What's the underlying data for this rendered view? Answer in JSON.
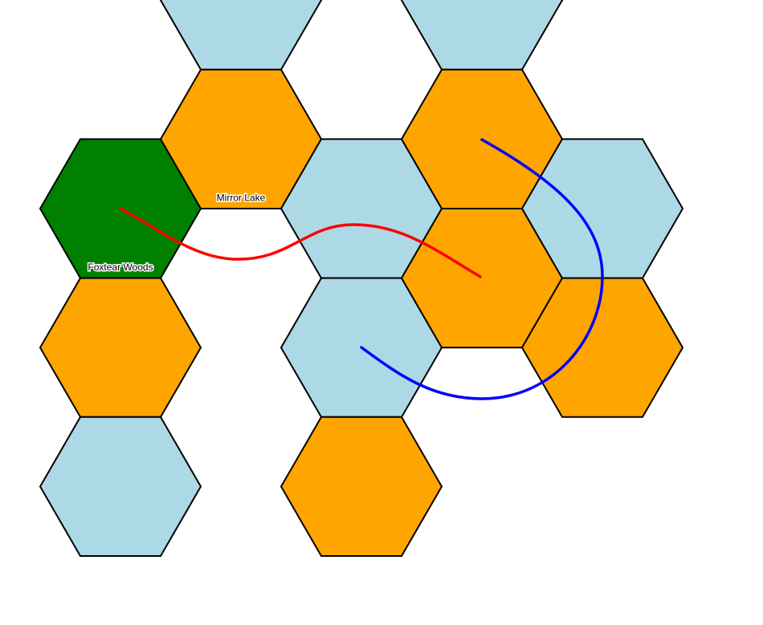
{
  "board": {
    "terrain_colors": {
      "forest": "#008000",
      "water": "#add8e6",
      "desert": "#ffa500"
    },
    "outline_color": "#000000",
    "hexes": [
      {
        "col": 0,
        "row": 1,
        "terrain": "forest",
        "label": "Foxtear Woods"
      },
      {
        "col": 0,
        "row": 2,
        "terrain": "desert"
      },
      {
        "col": 0,
        "row": 3,
        "terrain": "water"
      },
      {
        "col": 1,
        "row": 0,
        "terrain": "water"
      },
      {
        "col": 1,
        "row": 1,
        "terrain": "desert",
        "label": "Mirror Lake"
      },
      {
        "col": 2,
        "row": 1,
        "terrain": "water"
      },
      {
        "col": 2,
        "row": 2,
        "terrain": "water"
      },
      {
        "col": 2,
        "row": 3,
        "terrain": "desert"
      },
      {
        "col": 3,
        "row": 0,
        "terrain": "water"
      },
      {
        "col": 3,
        "row": 1,
        "terrain": "desert"
      },
      {
        "col": 3,
        "row": 2,
        "terrain": "desert"
      },
      {
        "col": 4,
        "row": 1,
        "terrain": "water"
      },
      {
        "col": 4,
        "row": 2,
        "terrain": "desert"
      }
    ],
    "paths": [
      {
        "name": "red-river",
        "color": "#ff0000"
      },
      {
        "name": "blue-river",
        "color": "#0000ff"
      }
    ]
  }
}
